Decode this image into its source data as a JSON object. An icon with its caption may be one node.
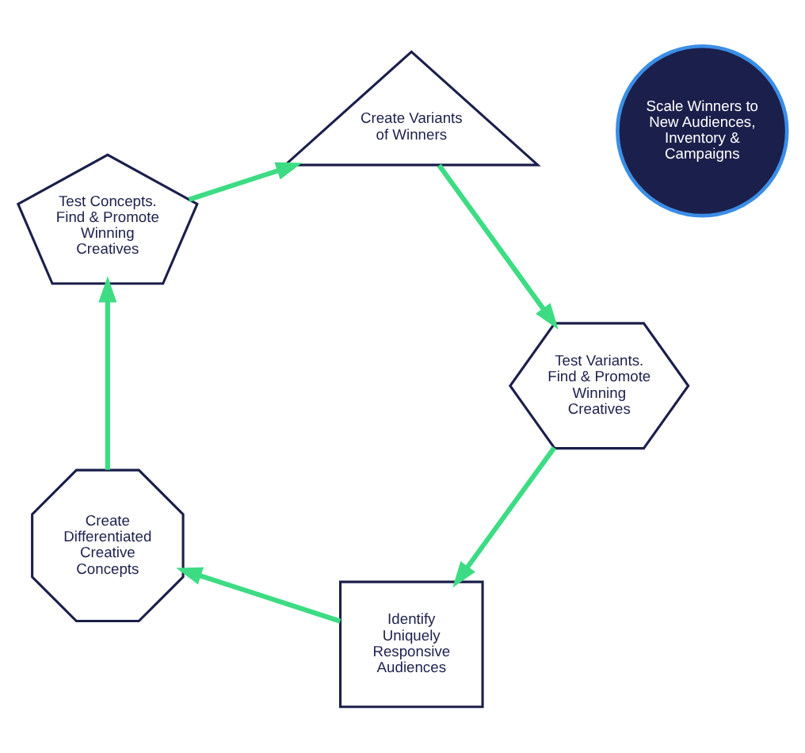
{
  "diagram": {
    "nodes": [
      {
        "text": [
          "Scale Winners to New Audiences, Inventory & Campaigns"
        ]
      },
      {
        "text": [
          "Identify Uniquely Responsive Audiences"
        ]
      },
      {
        "text": [
          "Create Differentiated Creative Concepts"
        ]
      },
      {
        "text": [
          "Test Concepts. Find & Promote Winning Creatives"
        ]
      },
      {
        "text": [
          "Create Variants of Winners"
        ]
      },
      {
        "text": [
          "Test Variants. Find & Promote Winning Creatives"
        ]
      }
    ],
    "edges": [
      {
        "from": 1,
        "to": 2,
        "arrow": "to"
      },
      {
        "from": 2,
        "to": 3,
        "arrow": "to"
      },
      {
        "from": 3,
        "to": 4,
        "arrow": "to"
      },
      {
        "from": 4,
        "to": 5,
        "arrow": "to"
      },
      {
        "from": 5,
        "to": 1,
        "arrow": "to"
      }
    ]
  }
}
